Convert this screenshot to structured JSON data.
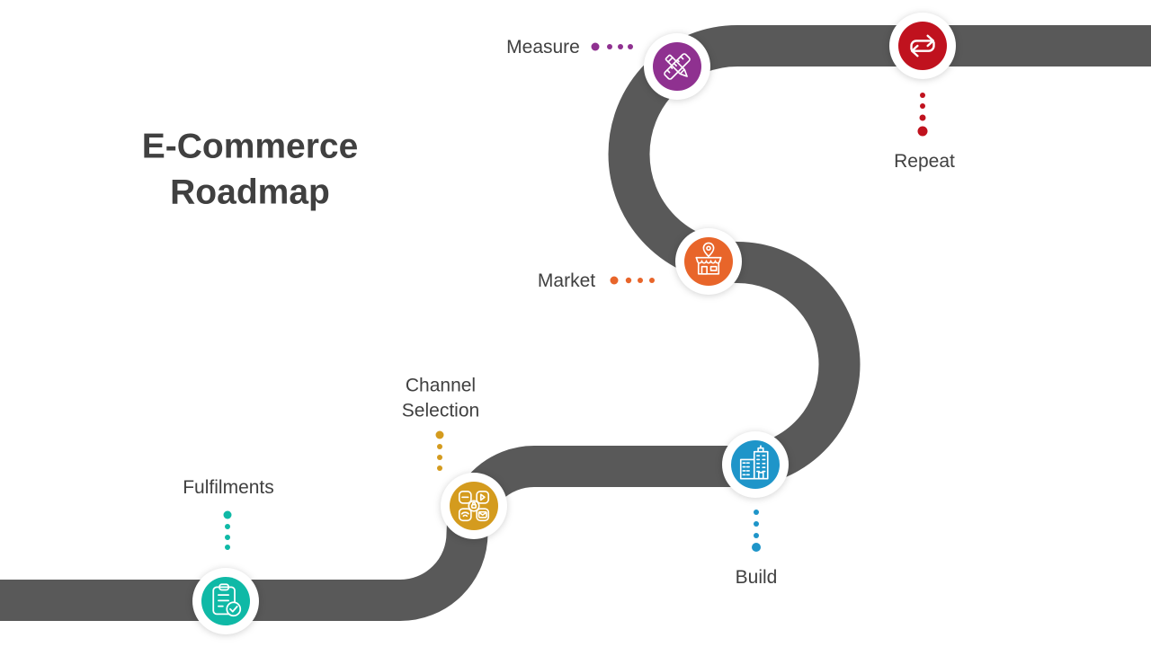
{
  "title": {
    "line1": "E-Commerce",
    "line2": "Roadmap"
  },
  "road_color": "#595959",
  "text_color": "#404040",
  "milestones": [
    {
      "label": "Fulfilments",
      "color": "#0FB9A6",
      "icon": "clipboard-check-icon"
    },
    {
      "label": "Channel Selection",
      "color": "#D49B1E",
      "icon": "channels-grid-icon"
    },
    {
      "label": "Build",
      "color": "#1E95C9",
      "icon": "buildings-icon"
    },
    {
      "label": "Market",
      "color": "#E8652A",
      "icon": "storefront-pin-icon"
    },
    {
      "label": "Measure",
      "color": "#8F3190",
      "icon": "ruler-pencil-icon"
    },
    {
      "label": "Repeat",
      "color": "#C0121E",
      "icon": "repeat-arrows-icon"
    }
  ]
}
